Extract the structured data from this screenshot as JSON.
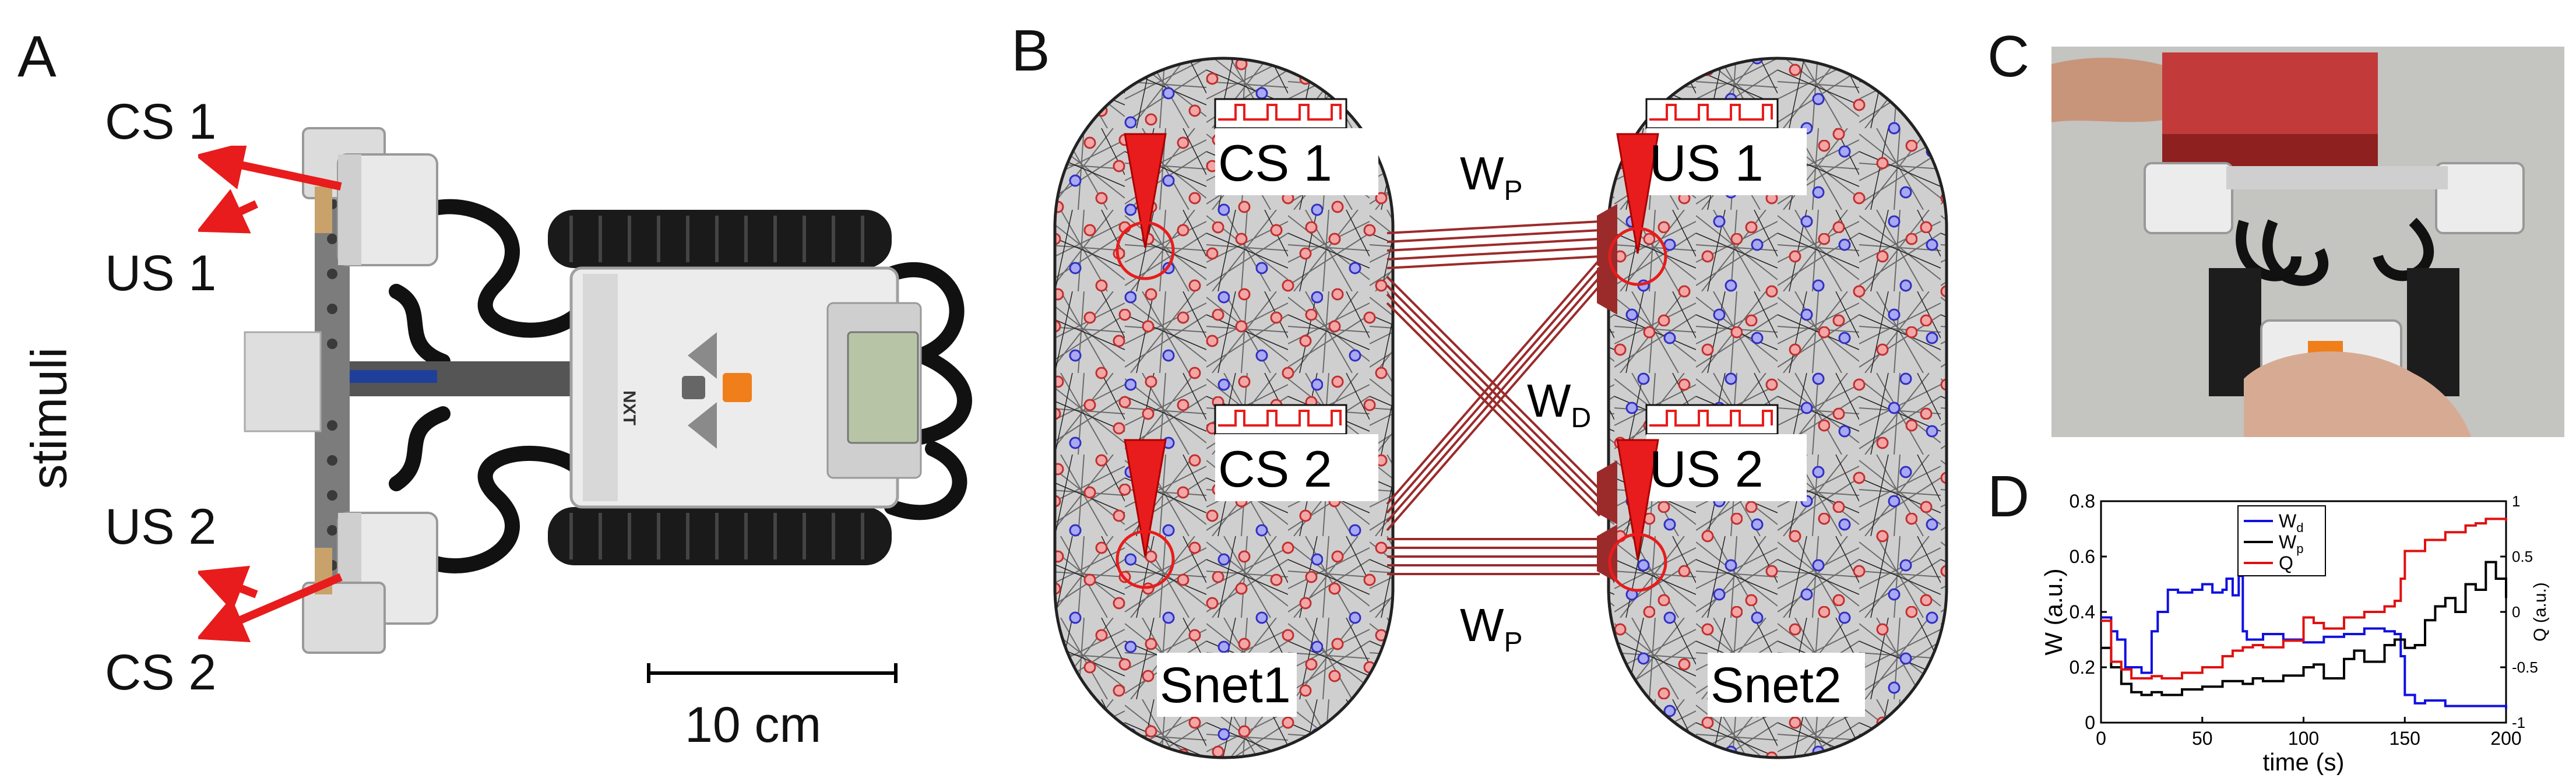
{
  "panels": {
    "a": {
      "letter": "A",
      "stimuli_label": "stimuli",
      "labels": [
        "CS 1",
        "US 1",
        "US 2",
        "CS 2"
      ],
      "scale_label": "10 cm",
      "robot_text": "NXT"
    },
    "b": {
      "letter": "B",
      "inputs_left": [
        "CS 1",
        "CS 2"
      ],
      "inputs_right": [
        "US 1",
        "US 2"
      ],
      "net_left": "Snet1",
      "net_right": "Snet2",
      "w_p": "W",
      "w_p_sub": "P",
      "w_d": "W",
      "w_d_sub": "D"
    },
    "c": {
      "letter": "C"
    },
    "d": {
      "letter": "D"
    }
  },
  "chart_data": {
    "type": "line",
    "xlabel": "time (s)",
    "ylabel_left": "W (a.u.)",
    "ylabel_right": "Q (a.u.)",
    "xlim": [
      0,
      200
    ],
    "ylim_left": [
      0,
      0.8
    ],
    "ylim_right": [
      -1,
      1
    ],
    "x_ticks": [
      0,
      50,
      100,
      150,
      200
    ],
    "y_ticks_left": [
      0,
      0.2,
      0.4,
      0.6,
      0.8
    ],
    "y_ticks_right": [
      -1,
      -0.5,
      0,
      0.5,
      1
    ],
    "y_tick_labels_left": [
      "0",
      "0.2",
      "0.4",
      "0.6",
      "0.8"
    ],
    "y_tick_labels_right": [
      "-1",
      "-0.5",
      "0",
      "0.5",
      "1"
    ],
    "legend": [
      {
        "name": "W",
        "sub": "d",
        "color": "#1010e0"
      },
      {
        "name": "W",
        "sub": "p",
        "color": "#000000"
      },
      {
        "name": "Q",
        "sub": "",
        "color": "#e01010"
      }
    ],
    "series": [
      {
        "key": "Wd",
        "axis": "left",
        "color": "#1010e0",
        "x": [
          0,
          5,
          8,
          12,
          20,
          25,
          28,
          33,
          38,
          45,
          50,
          55,
          60,
          62,
          65,
          68,
          70,
          72,
          80,
          90,
          100,
          110,
          120,
          130,
          140,
          145,
          148,
          150,
          155,
          160,
          170,
          180,
          190,
          200
        ],
        "y": [
          0.38,
          0.33,
          0.3,
          0.2,
          0.18,
          0.33,
          0.4,
          0.48,
          0.47,
          0.48,
          0.5,
          0.47,
          0.48,
          0.52,
          0.46,
          0.53,
          0.33,
          0.3,
          0.32,
          0.3,
          0.29,
          0.31,
          0.32,
          0.34,
          0.33,
          0.32,
          0.24,
          0.1,
          0.07,
          0.08,
          0.06,
          0.06,
          0.06,
          0.05
        ]
      },
      {
        "key": "Wp",
        "axis": "left",
        "color": "#000000",
        "x": [
          0,
          5,
          10,
          15,
          20,
          25,
          30,
          40,
          50,
          60,
          70,
          75,
          80,
          90,
          100,
          105,
          110,
          120,
          125,
          130,
          140,
          145,
          150,
          155,
          160,
          165,
          170,
          175,
          180,
          185,
          190,
          195,
          200
        ],
        "y": [
          0.27,
          0.2,
          0.14,
          0.11,
          0.1,
          0.11,
          0.1,
          0.12,
          0.13,
          0.15,
          0.14,
          0.16,
          0.15,
          0.17,
          0.2,
          0.21,
          0.16,
          0.23,
          0.26,
          0.22,
          0.28,
          0.3,
          0.27,
          0.28,
          0.37,
          0.42,
          0.45,
          0.4,
          0.5,
          0.48,
          0.58,
          0.52,
          0.45
        ]
      },
      {
        "key": "Q",
        "axis": "right",
        "color": "#e01010",
        "x": [
          0,
          5,
          10,
          15,
          20,
          25,
          30,
          40,
          50,
          60,
          65,
          70,
          75,
          80,
          90,
          100,
          105,
          110,
          120,
          130,
          140,
          145,
          148,
          150,
          160,
          170,
          180,
          185,
          190,
          200
        ],
        "y": [
          -0.08,
          -0.45,
          -0.52,
          -0.6,
          -0.6,
          -0.58,
          -0.6,
          -0.55,
          -0.5,
          -0.4,
          -0.35,
          -0.32,
          -0.3,
          -0.32,
          -0.26,
          -0.05,
          -0.1,
          -0.15,
          -0.05,
          0.0,
          0.05,
          0.1,
          0.3,
          0.55,
          0.65,
          0.72,
          0.78,
          0.8,
          0.84,
          0.82
        ]
      }
    ]
  }
}
